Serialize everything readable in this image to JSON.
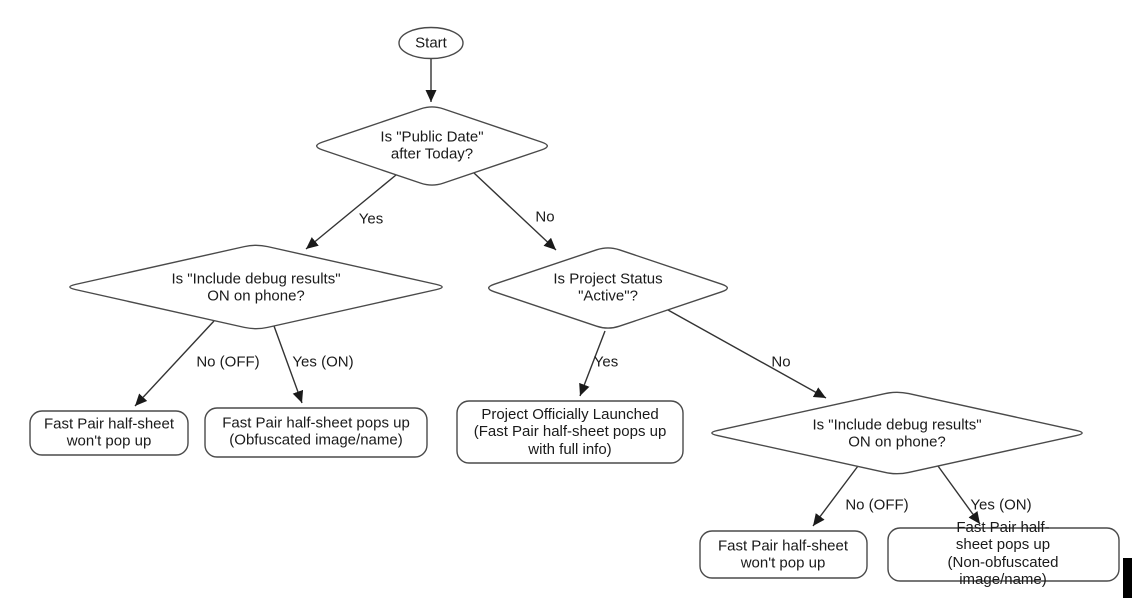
{
  "nodes": {
    "start": {
      "label": "Start"
    },
    "public_date": {
      "label": "Is \"Public Date\"\nafter Today?"
    },
    "debug_left": {
      "label": "Is \"Include debug results\"\nON on phone?"
    },
    "project_status": {
      "label": "Is Project Status\n\"Active\"?"
    },
    "debug_right": {
      "label": "Is \"Include debug results\"\nON on phone?"
    },
    "no_popup_left": {
      "label": "Fast Pair half-sheet\nwon't pop up"
    },
    "popup_obfuscated": {
      "label": "Fast Pair half-sheet pops up\n(Obfuscated image/name)"
    },
    "launched": {
      "label": "Project Officially Launched\n(Fast Pair half-sheet pops up\nwith full info)"
    },
    "no_popup_right": {
      "label": "Fast Pair half-sheet\nwon't pop up"
    },
    "popup_nonobfuscated": {
      "label": "Fast Pair half-sheet pops up\n(Non-obfuscated image/name)"
    }
  },
  "edges": {
    "public_date_yes": {
      "label": "Yes"
    },
    "public_date_no": {
      "label": "No"
    },
    "debug_left_no": {
      "label": "No (OFF)"
    },
    "debug_left_yes": {
      "label": "Yes (ON)"
    },
    "project_status_yes": {
      "label": "Yes"
    },
    "project_status_no": {
      "label": "No"
    },
    "debug_right_no": {
      "label": "No (OFF)"
    },
    "debug_right_yes": {
      "label": "Yes (ON)"
    }
  },
  "colors": {
    "stroke": "#4a4a4a",
    "edge": "#333333",
    "text": "#1a1a1a",
    "node_fill": "#ffffff",
    "background": "#ffffff",
    "cursor_bar": "#000000"
  }
}
